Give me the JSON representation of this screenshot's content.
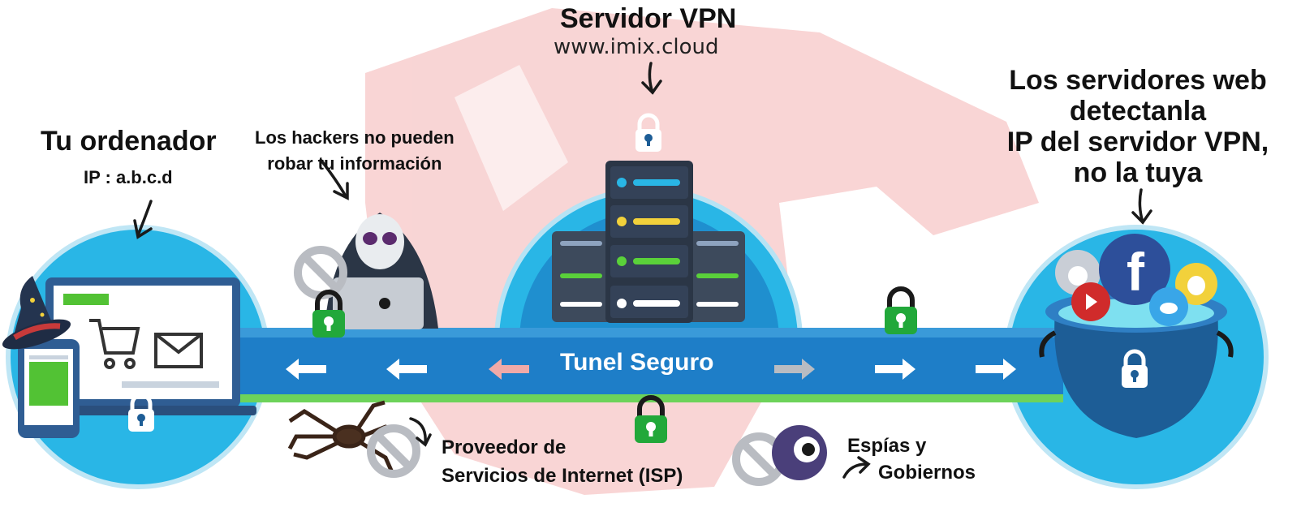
{
  "vpn_server": {
    "title": "Servidor VPN",
    "url": "www.imix.cloud"
  },
  "computer": {
    "title": "Tu ordenador",
    "ip": "IP : a.b.c.d"
  },
  "hackers": {
    "line1": "Los hackers no pueden",
    "line2": "robar tu información"
  },
  "web_servers": {
    "line1": "Los servidores web",
    "line2": "detectanla",
    "line3": "IP del servidor VPN,",
    "line4": "no la tuya"
  },
  "tunnel": {
    "label": "Tunel Seguro"
  },
  "isp": {
    "line1": "Proveedor de",
    "line2": "Servicios de Internet (ISP)"
  },
  "spies": {
    "line1": "Espías y",
    "line2": "Gobiernos"
  },
  "colors": {
    "tunnel_blue": "#1e7ec8",
    "circle_blue": "#29b6e6",
    "lock_green": "#22a83a",
    "watermark_red": "#f4b3b3"
  },
  "icons": [
    "arrow-down-icon",
    "padlock-icon",
    "server-rack-icon",
    "laptop-icon",
    "phone-icon",
    "wizard-hat-icon",
    "hacker-skull-icon",
    "spider-icon",
    "eyeball-icon",
    "no-entry-icon",
    "cauldron-icon",
    "facebook-icon",
    "apple-icon",
    "youtube-icon",
    "twitter-icon",
    "snapchat-icon",
    "cart-icon",
    "mail-icon"
  ]
}
